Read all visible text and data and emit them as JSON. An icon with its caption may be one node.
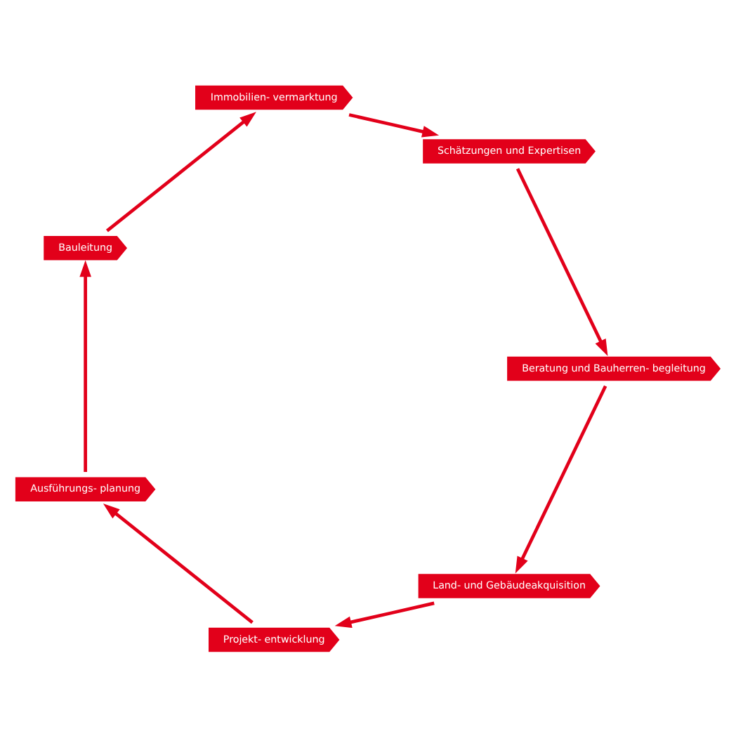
{
  "diagram": {
    "nodes": [
      {
        "text": [
          "Land- und Gebäudeakquisition"
        ]
      },
      {
        "text": [
          "Projekt- entwicklung"
        ]
      },
      {
        "text": [
          "Ausführungs- planung"
        ]
      },
      {
        "text": [
          "Bauleitung"
        ]
      },
      {
        "text": [
          "Immobilien- vermarktung"
        ]
      },
      {
        "text": [
          "Schätzungen und Expertisen"
        ]
      },
      {
        "text": [
          "Beratung und Bauherren- begleitung"
        ]
      }
    ],
    "edges": [
      {
        "from": 0,
        "to": 1,
        "arrow": "to"
      },
      {
        "from": 1,
        "to": 2,
        "arrow": "to"
      },
      {
        "from": 2,
        "to": 3,
        "arrow": "to"
      },
      {
        "from": 3,
        "to": 4,
        "arrow": "to"
      },
      {
        "from": 4,
        "to": 5,
        "arrow": "to"
      },
      {
        "from": 5,
        "to": 6,
        "arrow": "to"
      },
      {
        "from": 6,
        "to": 0,
        "arrow": "to"
      }
    ]
  }
}
